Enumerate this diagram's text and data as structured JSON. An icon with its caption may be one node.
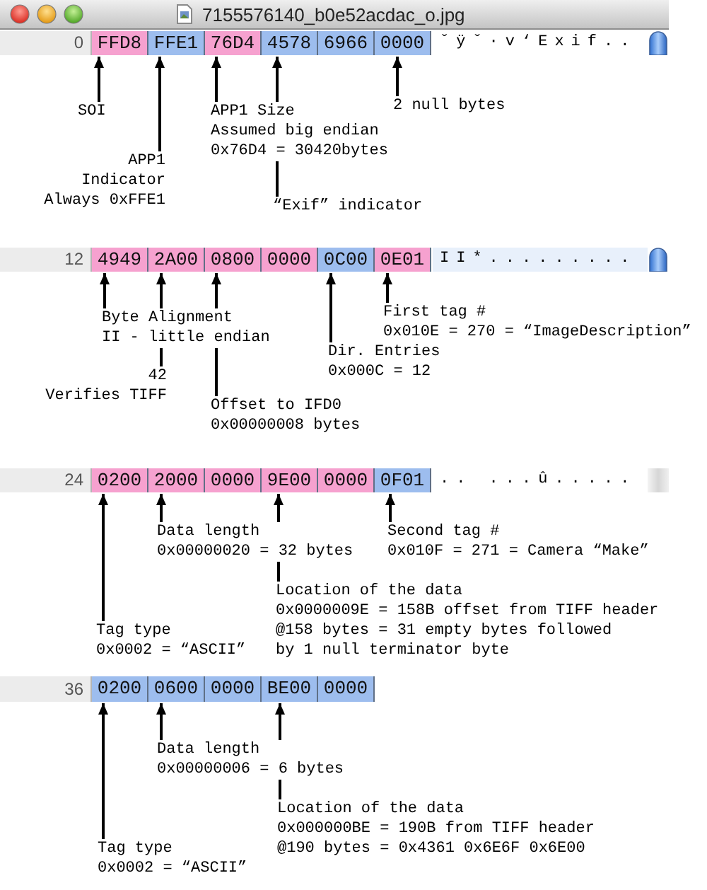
{
  "diagram": {
    "title": "7155576140_b0e52acdac_o.jpg",
    "nodes": [
      {
        "text": [
          "FFD8"
        ],
        "beside": [
          "0"
        ]
      },
      {
        "text": [
          "FFE1"
        ]
      },
      {
        "text": [
          "76D4"
        ]
      },
      {
        "text": [
          "4578"
        ]
      },
      {
        "text": [
          "6966"
        ]
      },
      {
        "text": [
          "0000"
        ]
      },
      {
        "text": [
          "4949"
        ],
        "beside": [
          "12"
        ]
      },
      {
        "text": [
          "2A00"
        ]
      },
      {
        "text": [
          "0800"
        ]
      },
      {
        "text": [
          "0000"
        ]
      },
      {
        "text": [
          "0C00"
        ]
      },
      {
        "text": [
          "0E01"
        ]
      },
      {
        "text": [
          "0200"
        ],
        "beside": [
          "24"
        ]
      },
      {
        "text": [
          "2000"
        ]
      },
      {
        "text": [
          "0000"
        ]
      },
      {
        "text": [
          "9E00"
        ]
      },
      {
        "text": [
          "0000"
        ]
      },
      {
        "text": [
          "0F01"
        ]
      },
      {
        "text": [
          "0200"
        ],
        "beside": [
          "36"
        ]
      },
      {
        "text": [
          "0600"
        ]
      },
      {
        "text": [
          "0000"
        ]
      },
      {
        "text": [
          "BE00"
        ]
      },
      {
        "text": [
          "0000"
        ]
      },
      {
        "text": [
          "SOI"
        ]
      },
      {
        "text": [
          "APP1 Indicator",
          "Always 0xFFE1"
        ]
      },
      {
        "text": [
          "APP1 Size",
          "Assumed big endian",
          "0x76D4 = 30420bytes"
        ]
      },
      {
        "text": [
          "“Exif” indicator"
        ]
      },
      {
        "text": [
          "2 null bytes"
        ]
      },
      {
        "text": [
          "Byte Alignment",
          "II - little endian"
        ]
      },
      {
        "text": [
          "42",
          "Verifies TIFF"
        ]
      },
      {
        "text": [
          "Offset to IFD0",
          "0x00000008 bytes"
        ]
      },
      {
        "text": [
          "Dir. Entries",
          "0x000C = 12"
        ]
      },
      {
        "text": [
          "First tag #",
          "0x010E = 270 = “ImageDescription”"
        ]
      },
      {
        "text": [
          "Data length",
          "0x00000020 = 32 bytes"
        ]
      },
      {
        "text": [
          "Second tag #",
          "0x010F = 271 = Camera “Make”"
        ]
      },
      {
        "text": [
          "Location of the data",
          "0x0000009E = 158B offset from TIFF header",
          "@158 bytes = 31 empty bytes followed by 1 null terminator byte"
        ]
      },
      {
        "text": [
          "Tag type",
          "0x0002 = “ASCII”"
        ]
      },
      {
        "text": [
          "Data length",
          "0x00000006 = 6 bytes"
        ]
      },
      {
        "text": [
          "Location of the data",
          "0x000000BE = 190B from TIFF header",
          "@190 bytes = 0x4361 0x6E6F 0x6E00"
        ]
      },
      {
        "text": [
          "Tag type",
          "0x0002 = “ASCII”"
        ]
      }
    ],
    "edges": [
      {
        "from": 23,
        "to": 0,
        "arrow": "to"
      },
      {
        "from": 24,
        "to": 1,
        "arrow": "to"
      },
      {
        "from": 25,
        "to": 2,
        "arrow": "to"
      },
      {
        "from": 26,
        "to": 3,
        "arrow": "to"
      },
      {
        "from": 27,
        "to": 5,
        "arrow": "to"
      },
      {
        "from": 28,
        "to": 6,
        "arrow": "to"
      },
      {
        "from": 29,
        "to": 7,
        "arrow": "to"
      },
      {
        "from": 30,
        "to": 8,
        "arrow": "to"
      },
      {
        "from": 31,
        "to": 10,
        "arrow": "to"
      },
      {
        "from": 32,
        "to": 11,
        "arrow": "to"
      },
      {
        "from": 33,
        "to": 13,
        "arrow": "to"
      },
      {
        "from": 34,
        "to": 17,
        "arrow": "to"
      },
      {
        "from": 35,
        "to": 15,
        "arrow": "to"
      },
      {
        "from": 36,
        "to": 12,
        "arrow": "to"
      },
      {
        "from": 37,
        "to": 19,
        "arrow": "to"
      },
      {
        "from": 38,
        "to": 21,
        "arrow": "to"
      },
      {
        "from": 39,
        "to": 18,
        "arrow": "to"
      }
    ],
    "labels": [
      "ˇÿˇ·v‘Exif..",
      "II*.........",
      ".. ...û....."
    ]
  }
}
